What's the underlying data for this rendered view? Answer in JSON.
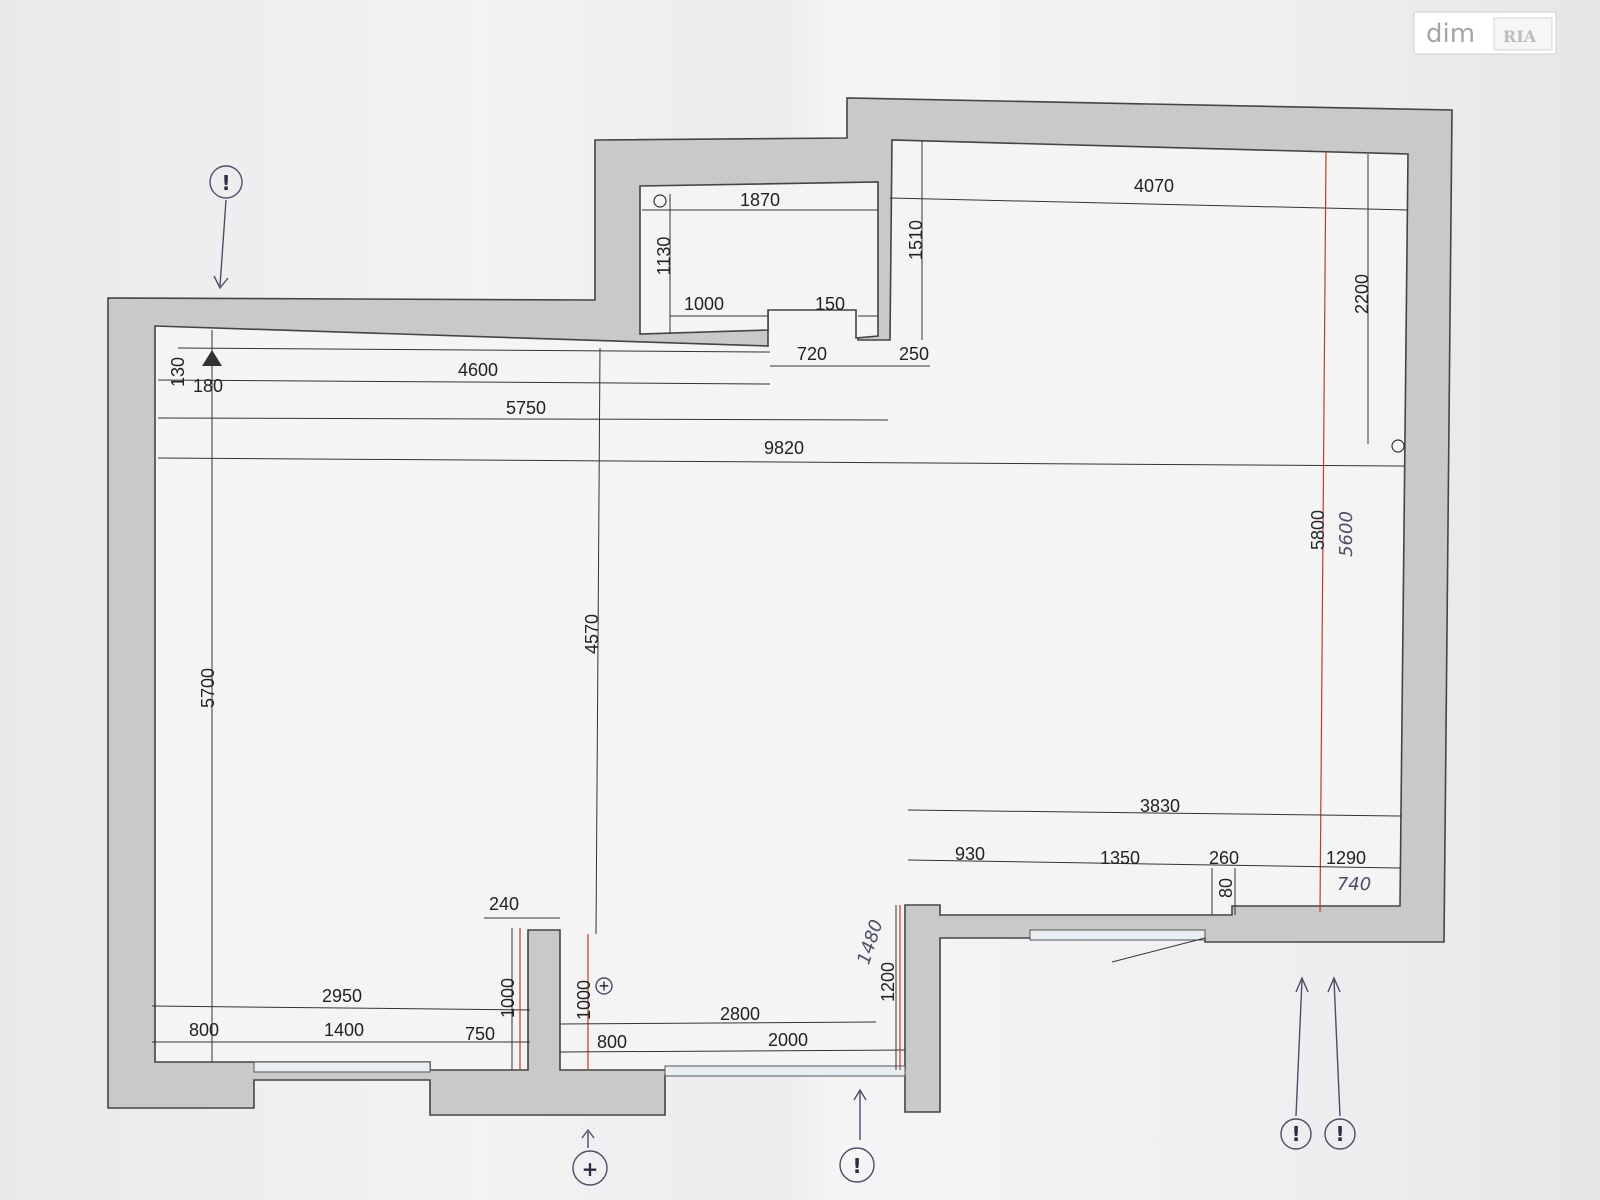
{
  "watermark": {
    "brand": "dim",
    "sub": "RIA"
  },
  "dimensions": {
    "top_left_room_width": "4600",
    "corner_130": "130",
    "corner_180": "180",
    "width_5750": "5750",
    "total_width": "9820",
    "left_height": "5700",
    "mid_height": "4570",
    "niche_width": "1870",
    "niche_height": "1130",
    "niche_1000": "1000",
    "niche_150": "150",
    "gap_720": "720",
    "gap_250": "250",
    "right_width": "4070",
    "right_1510": "1510",
    "right_2200": "2200",
    "right_height": "5800",
    "right_height_hand": "5600",
    "bottom_right_total": "3830",
    "br_930": "930",
    "br_1350": "1350",
    "br_260": "260",
    "br_1290": "1290",
    "br_740_hand": "740",
    "br_80": "80",
    "bottom_2950": "2950",
    "bottom_800a": "800",
    "bottom_1400": "1400",
    "bottom_750": "750",
    "bottom_240": "240",
    "bottom_1000a": "1000",
    "bottom_1000b": "1000",
    "bottom_800b": "800",
    "bottom_2800": "2800",
    "bottom_2000": "2000",
    "bottom_1200": "1200",
    "bottom_1480_hand": "1480"
  },
  "markers": {
    "exclaim": "!",
    "plus": "+"
  },
  "colors": {
    "wall": "#c9cac8",
    "red_line": "#c0392b",
    "pen": "#4a4e66"
  }
}
